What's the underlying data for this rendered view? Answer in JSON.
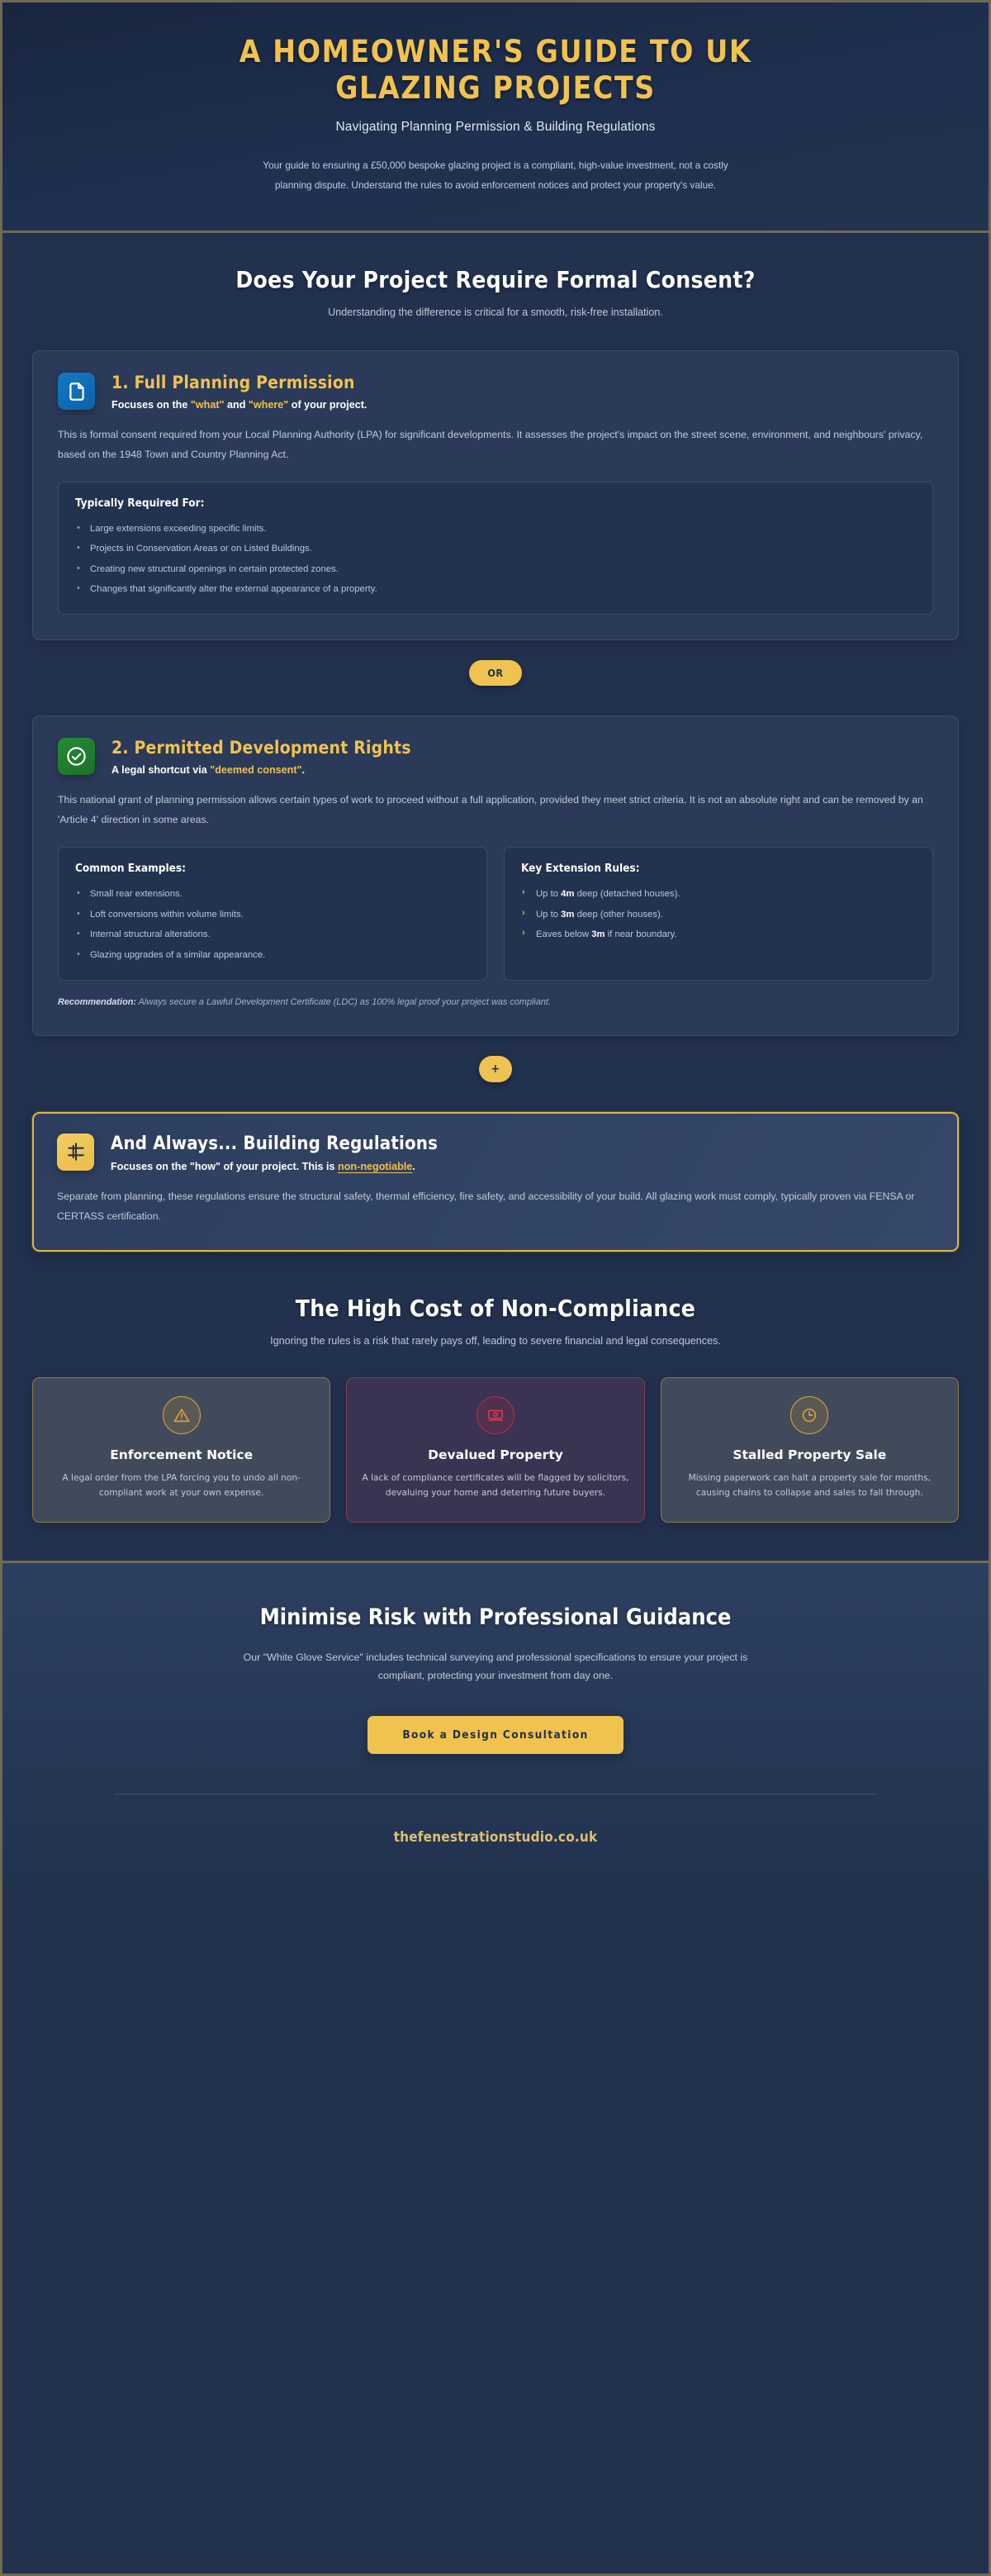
{
  "hero": {
    "title": "A Homeowner's Guide to UK Glazing Projects",
    "subtitle": "Navigating Planning Permission & Building Regulations",
    "lead": "Your guide to ensuring a £50,000 bespoke glazing project is a compliant, high-value investment, not a costly planning dispute. Understand the rules to avoid enforcement notices and protect your property's value."
  },
  "consent": {
    "heading": "Does Your Project Require Formal Consent?",
    "subheading": "Understanding the difference is critical for a smooth, risk-free installation.",
    "planning": {
      "icon": "document-icon",
      "icon_color": "#1278c4",
      "title": "1. Full Planning Permission",
      "subtitle_pre": "Focuses on the ",
      "subtitle_kw1": "\"what\"",
      "subtitle_mid": " and ",
      "subtitle_kw2": "\"where\"",
      "subtitle_post": " of your project.",
      "body": "This is formal consent required from your Local Planning Authority (LPA) for significant developments. It assesses the project's impact on the street scene, environment, and neighbours' privacy, based on the 1948 Town and Country Planning Act.",
      "list_title": "Typically Required For:",
      "list": [
        "Large extensions exceeding specific limits.",
        "Projects in Conservation Areas or on Listed Buildings.",
        "Creating new structural openings in certain protected zones.",
        "Changes that significantly alter the external appearance of a property."
      ]
    },
    "divider_or": "OR",
    "permitted": {
      "icon": "check-circle-icon",
      "icon_color": "#268b34",
      "title": "2. Permitted Development Rights",
      "subtitle_pre": "A legal shortcut via ",
      "subtitle_kw1": "\"deemed consent\"",
      "subtitle_post": ".",
      "body": "This national grant of planning permission allows certain types of work to proceed without a full application, provided they meet strict criteria. It is not an absolute right and can be removed by an 'Article 4' direction in some areas.",
      "examples_title": "Common Examples:",
      "examples": [
        "Small rear extensions.",
        "Loft conversions within volume limits.",
        "Internal structural alterations.",
        "Glazing upgrades of a similar appearance."
      ],
      "rules_title": "Key Extension Rules:",
      "rules": [
        {
          "pre": "Up to ",
          "strong": "4m",
          "post": " deep (detached houses)."
        },
        {
          "pre": "Up to ",
          "strong": "3m",
          "post": " deep (other houses)."
        },
        {
          "pre": "Eaves below ",
          "strong": "3m",
          "post": " if near boundary."
        }
      ],
      "recommendation_label": "Recommendation:",
      "recommendation_text": " Always secure a Lawful Development Certificate (LDC) as 100% legal proof your project was compliant."
    },
    "divider_plus": "+",
    "building_regs": {
      "icon": "blueprint-ruler-icon",
      "icon_color": "#f3cc63",
      "title": "And Always... Building Regulations",
      "subtitle_pre": "Focuses on the \"how\" of your project. This is ",
      "subtitle_kw1": "non-negotiable",
      "subtitle_post": ".",
      "body": "Separate from planning, these regulations ensure the structural safety, thermal efficiency, fire safety, and accessibility of your build. All glazing work must comply, typically proven via FENSA or CERTASS certification."
    }
  },
  "consequences": {
    "heading": "The High Cost of Non-Compliance",
    "subheading": "Ignoring the rules is a risk that rarely pays off, leading to severe financial and legal consequences.",
    "cards": [
      {
        "icon": "warning-triangle-icon",
        "theme": "amber",
        "accent": "#d9a23c",
        "title": "Enforcement Notice",
        "text": "A legal order from the LPA forcing you to undo all non-compliant work at your own expense."
      },
      {
        "icon": "devalued-money-icon",
        "theme": "red",
        "accent": "#d03c4c",
        "title": "Devalued Property",
        "text": "A lack of compliance certificates will be flagged by solicitors, devaluing your home and deterring future buyers."
      },
      {
        "icon": "clock-icon",
        "theme": "amber",
        "accent": "#d9a23c",
        "title": "Stalled Property Sale",
        "text": "Missing paperwork can halt a property sale for months, causing chains to collapse and sales to fall through."
      }
    ]
  },
  "cta": {
    "heading": "Minimise Risk with Professional Guidance",
    "text": "Our \"White Glove Service\" includes technical surveying and professional specifications to ensure your project is compliant, protecting your investment from day one.",
    "button": "Book a Design Consultation",
    "footer_url": "thefenestrationstudio.co.uk"
  },
  "colors": {
    "gold": "#f0c24f",
    "navy": "#22314e",
    "panel": "#2a3a58",
    "inner": "#223350"
  }
}
